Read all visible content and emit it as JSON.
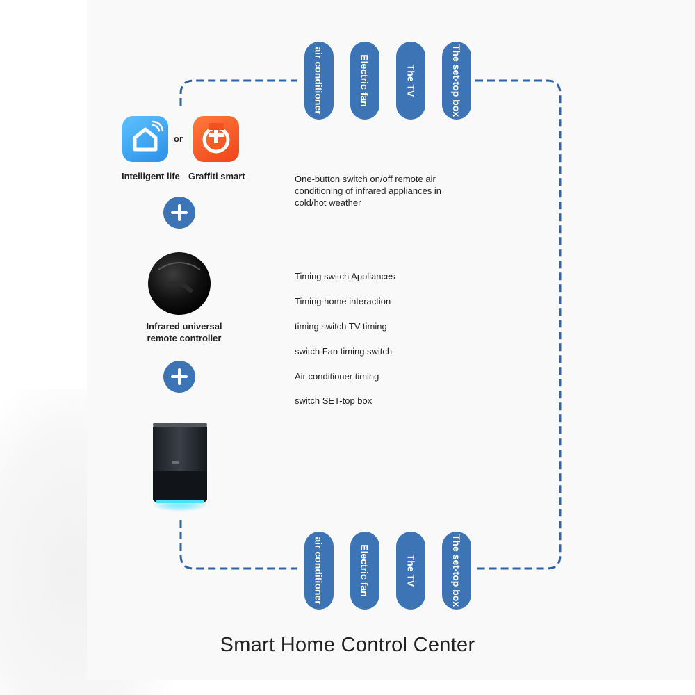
{
  "apps": [
    {
      "name": "intelligent-life",
      "color": "#3aa0ec",
      "icon": "house-wifi-icon"
    },
    {
      "name": "graffiti-smart",
      "color": "#ff5a1f",
      "icon": "letter-t-icon"
    }
  ],
  "or_label": "or",
  "app_labels": [
    "Intelligent life",
    "Graffiti smart"
  ],
  "device_label": [
    "Infrared universal",
    "remote controller"
  ],
  "top_appliances": [
    "air conditioner",
    "Electric fan",
    "The TV",
    "The set-top box"
  ],
  "bottom_appliances": [
    "air conditioner",
    "Electric fan",
    "The TV",
    "The set-top box"
  ],
  "one_button_text": [
    "One-button switch on/off remote air",
    "conditioning of infrared appliances in",
    "cold/hot weather"
  ],
  "timing_lines": [
    "Timing switch Appliances",
    "Timing home interaction",
    "timing switch TV timing",
    "switch Fan timing switch",
    "Air conditioner timing",
    "switch SET-top box"
  ],
  "footer_title": "Smart Home Control Center",
  "colors": {
    "accent": "#3c74b5",
    "dash": "#2f63a8",
    "speaker_glow": "#3ad2ff"
  }
}
